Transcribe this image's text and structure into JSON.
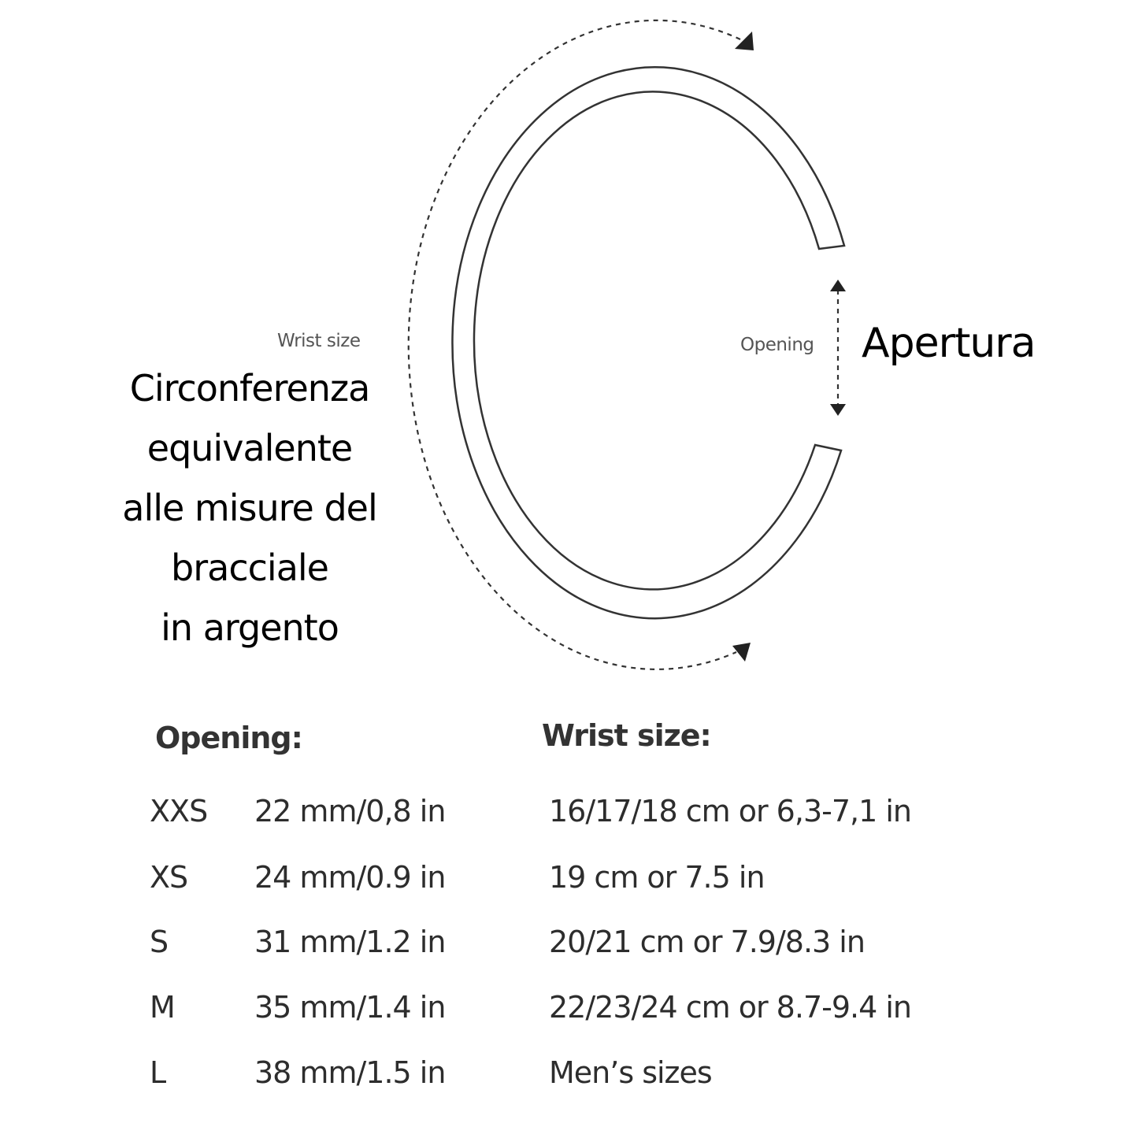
{
  "diagram": {
    "wrist_label": "Wrist size",
    "opening_label": "Opening",
    "apertura_label": "Apertura",
    "circumference_lines": [
      "Circonferenza",
      "equivalente",
      "alle misure del",
      "bracciale",
      "in argento"
    ]
  },
  "table": {
    "opening_header": "Opening:",
    "wrist_header": "Wrist size:",
    "rows": [
      {
        "size": "XXS",
        "opening": "22 mm/0,8 in",
        "wrist": "16/17/18 cm or 6,3-7,1 in"
      },
      {
        "size": "XS",
        "opening": "24 mm/0.9 in",
        "wrist": "19 cm or 7.5 in"
      },
      {
        "size": "S",
        "opening": "31 mm/1.2 in",
        "wrist": "20/21 cm or 7.9/8.3 in"
      },
      {
        "size": "M",
        "opening": "35 mm/1.4 in",
        "wrist": "22/23/24 cm or 8.7-9.4 in"
      },
      {
        "size": "L",
        "opening": "38 mm/1.5 in",
        "wrist": "Men’s sizes"
      }
    ]
  }
}
